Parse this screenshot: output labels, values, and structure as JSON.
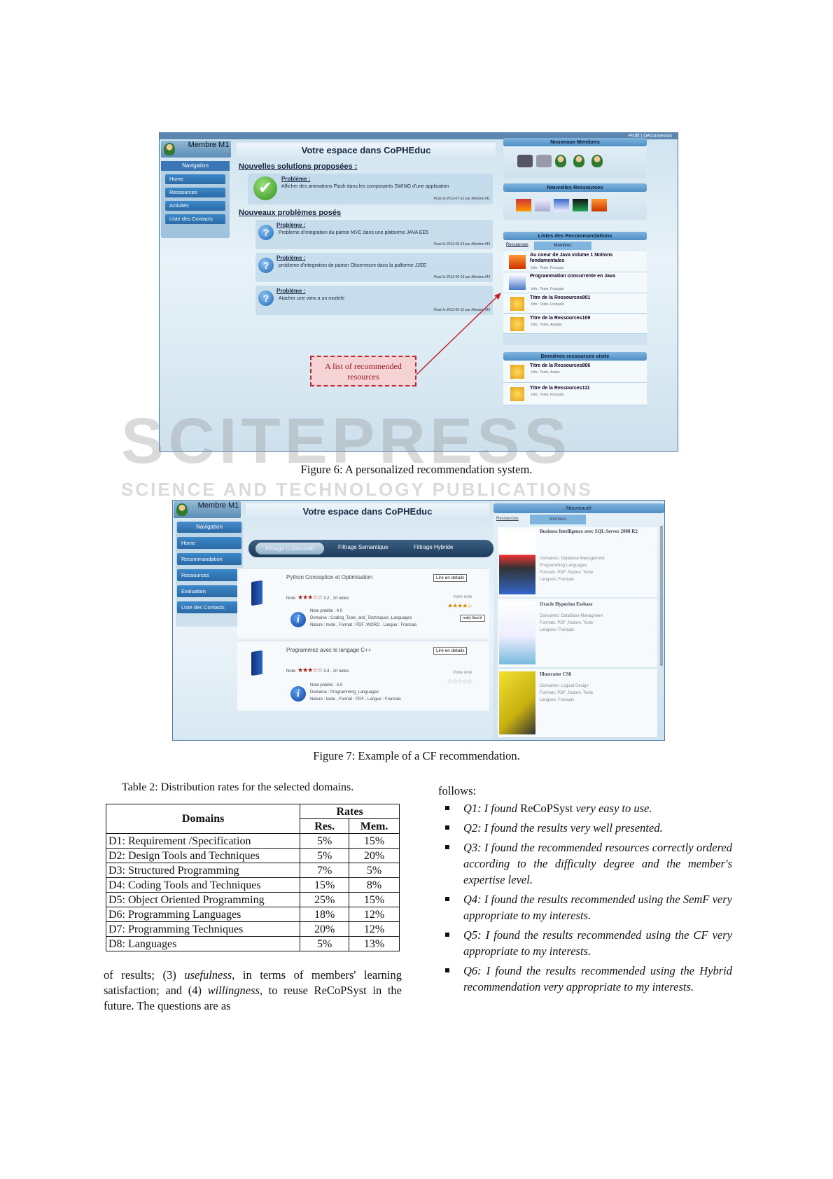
{
  "figure6": {
    "top_links": "Profil  |  Déconnexion",
    "member_name": "Membre M1",
    "nav_title": "Navigation",
    "nav_items": [
      "Home",
      "Ressources",
      "Activités",
      "Liste des Contacts"
    ],
    "page_title": "Votre espace dans CoPHEduc",
    "solutions_heading": "Nouvelles solutions proposées :",
    "problems_heading": "Nouveaux problèmes posés",
    "solution": {
      "label": "Problème :",
      "text": "Afficher des animations Flash dans les composants SWING d'une application",
      "footer": "Posé le 2012-07-12 par Membre M1"
    },
    "problems": [
      {
        "label": "Problème :",
        "text": "Probleme d'integration du patron MVC dans une plattorme JAVA EE5",
        "footer": "Posé le 2012-06-13 par Membre M3"
      },
      {
        "label": "Problème :",
        "text": "probleme d'integration de patron Observeure dans la palforme J2EE",
        "footer": "Posé le 2012-06-13 par Membre M4"
      },
      {
        "label": "Problème :",
        "text": "Atacher une view a un modele",
        "footer": "Posé le 2012-06-12 par Membre M3"
      }
    ],
    "new_members_title": "Nouveaux Membres",
    "new_resources_title": "Nouvelles Ressources",
    "rec_list_title": "Listes des Recommandations",
    "rec_tabs": [
      "Ressources",
      "Membres"
    ],
    "rec_items": [
      {
        "title": "Au coeur de Java volume 1 Notions fondamentales",
        "meta": "Info : Texte ,Français"
      },
      {
        "title": "Programmation concurrente en Java",
        "meta": "Info : Texte ,Français"
      },
      {
        "title": "Titre de la Ressources801",
        "meta": "Info : Texte ,Français"
      },
      {
        "title": "Titre de la Ressources109",
        "meta": "Info : Texte ,Anglais"
      }
    ],
    "last_visited_title": "Dernières ressources visite",
    "last_visited": [
      {
        "title": "Titre de la Ressources806",
        "meta": "Info : Texte ,Arabe"
      },
      {
        "title": "Titre de la Ressources111",
        "meta": "Info : Texte ,Français"
      }
    ],
    "callout": "A list of recommended resources",
    "caption": "Figure 6: A personalized recommendation system."
  },
  "watermark": {
    "big": "SCITEPRESS",
    "small": "SCIENCE AND TECHNOLOGY PUBLICATIONS"
  },
  "figure7": {
    "member_name": "Membre M1",
    "nav_title": "Navigation",
    "nav_items": [
      "Home",
      "Recommandation",
      "Ressources",
      "Evaluation",
      "Liste des Contacts"
    ],
    "page_title": "Votre espace dans CoPHEduc",
    "filter_tabs": [
      "Filtrage Collaboratif",
      "Filtrage Semantique",
      "Filtrage Hybride"
    ],
    "resources": [
      {
        "title": "Python Conception et Optimisation",
        "button": "Lire en details",
        "note": "Note:",
        "rating": "3.2 , 10 notes",
        "predicted": "Note prédite : 4.0",
        "domain": "Domaine : Coding_Tools_and_Techniques ,Languages",
        "nature": "Nature : texte , Format : PDF ,WORD , Langue : Francais",
        "votre_note": "Votre note",
        "read_btn": "really liked it"
      },
      {
        "title": "Programmez avec le langage C++",
        "button": "Lire en details",
        "note": "Note:",
        "rating": "3.4 , 10 notes",
        "predicted": "Note prédite : 4.0",
        "domain": "Domaine : Programming_Languages",
        "nature": "Nature : texte , Format : PDF , Langue : Francais",
        "votre_note": "Votre note"
      }
    ],
    "news_title": "Nouveauté",
    "side_tabs": [
      "Ressources",
      "Membres"
    ],
    "side_items": [
      {
        "title": "Business Intelligence avec SQL Server 2008 R2",
        "lines": [
          "Domaines: Database Management",
          "Programming Languages",
          "Formats: PDF ,Nature: Texte",
          "Langues: Français"
        ]
      },
      {
        "title": "Oracle Hyperion Essbase",
        "lines": [
          "Domaines: DataBase Managment",
          "Formats: PDF ,Nature: Texte",
          "Langues: Français"
        ]
      },
      {
        "title": "Illustrator CS6",
        "lines": [
          "Domaines: Logical Design",
          "Formats: PDF ,Nature: Texte",
          "Langues: Français"
        ]
      }
    ],
    "caption": "Figure 7: Example of a CF recommendation."
  },
  "table": {
    "caption": "Table 2: Distribution rates for the selected domains.",
    "header_domains": "Domains",
    "header_rates": "Rates",
    "sub_res": "Res.",
    "sub_mem": "Mem.",
    "rows": [
      [
        "D1: Requirement /Specification",
        "5%",
        "15%"
      ],
      [
        "D2: Design Tools and Techniques",
        "5%",
        "20%"
      ],
      [
        "D3: Structured Programming",
        "7%",
        "5%"
      ],
      [
        "D4: Coding Tools and Techniques",
        "15%",
        "8%"
      ],
      [
        "D5: Object Oriented Programming",
        "25%",
        "15%"
      ],
      [
        "D6: Programming Languages",
        "18%",
        "12%"
      ],
      [
        "D7: Programming Techniques",
        "20%",
        "12%"
      ],
      [
        "D8: Languages",
        "5%",
        "13%"
      ]
    ]
  },
  "left_text": {
    "p1": "of results; (3) ",
    "usefulness": "usefulness",
    "p2": ", in terms of members' learning satisfaction; and (4) ",
    "willingness": "willingness,",
    "p3": " to reuse ReCoPSyst in the future. The questions are as"
  },
  "right_text": {
    "follows": "follows:",
    "q1a": "Q1: I found ",
    "q1b": "ReCoPSyst",
    "q1c": " very easy to use.",
    "q2": "Q2: I found the results very well presented.",
    "q3": "Q3: I found the recommended resources correctly ordered according to the difficulty degree and the member's expertise level.",
    "q4": "Q4: I found the results recommended using the SemF very appropriate to my interests.",
    "q5": "Q5: I found the results recommended using the CF very appropriate to my interests.",
    "q6": "Q6: I found the results recommended using the Hybrid recommendation very appropriate to my interests."
  }
}
